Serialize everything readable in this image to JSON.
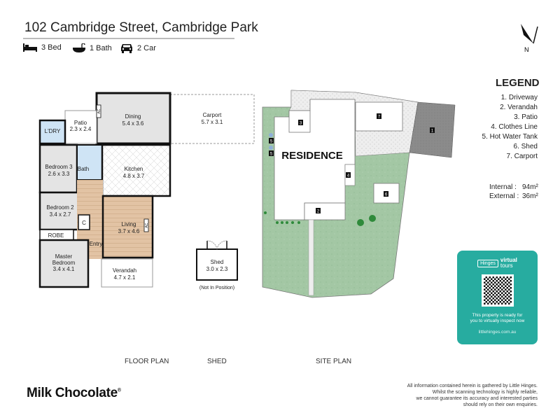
{
  "header": {
    "title": "102 Cambridge Street, Cambridge Park",
    "features": [
      {
        "icon": "bed-icon",
        "label": "3 Bed"
      },
      {
        "icon": "bath-icon",
        "label": "1 Bath"
      },
      {
        "icon": "car-icon",
        "label": "2 Car"
      }
    ]
  },
  "north": {
    "label": "N"
  },
  "floor_plan": {
    "rooms": {
      "dining": {
        "name": "Dining",
        "size": "5.4 x 3.6"
      },
      "carport": {
        "name": "Carport",
        "size": "5.7 x 3.1"
      },
      "patio": {
        "name": "Patio",
        "size": "2.3 x 2.4"
      },
      "laundry": {
        "name": "L'DRY"
      },
      "bedroom3": {
        "name": "Bedroom 3",
        "size": "2.6 x 3.3"
      },
      "bath": {
        "name": "Bath"
      },
      "kitchen": {
        "name": "Kitchen",
        "size": "4.8 x 3.7"
      },
      "bedroom2": {
        "name": "Bedroom 2",
        "size": "3.4 x 2.7"
      },
      "closet": {
        "name": "C"
      },
      "living": {
        "name": "Living",
        "size": "3.7 x 4.6"
      },
      "robe": {
        "name": "ROBE"
      },
      "master": {
        "name1": "Master",
        "name2": "Bedroom",
        "size": "3.4 x 4.1"
      },
      "entry": {
        "name": "Entry"
      },
      "verandah": {
        "name": "Verandah",
        "size": "4.7 x 2.1"
      },
      "ac": "AC"
    }
  },
  "shed": {
    "name": "Shed",
    "size": "3.0 x 2.3",
    "note": "(Not In Position)"
  },
  "site_plan": {
    "residence": "RESIDENCE",
    "markers": [
      "1",
      "2",
      "3",
      "4",
      "5",
      "5",
      "6",
      "7"
    ]
  },
  "legend": {
    "title": "LEGEND",
    "items": [
      "1. Driveway",
      "2. Verandah",
      "3. Patio",
      "4. Clothes Line",
      "5. Hot Water Tank",
      "6. Shed",
      "7. Carport"
    ],
    "internal_label": "Internal :",
    "internal_value": "94m²",
    "external_label": "External :",
    "external_value": "36m²"
  },
  "virtual_tour": {
    "brand_small": "Hinges",
    "brand_virtual": "virtual",
    "brand_tours": "tours",
    "message_line1": "This property is ready for",
    "message_line2": "you to virtually inspect now",
    "url": "littlehinges.com.au"
  },
  "captions": {
    "floor_plan": "FLOOR PLAN",
    "shed": "SHED",
    "site_plan": "SITE PLAN"
  },
  "footer": {
    "logo": "Milk Chocolate",
    "logo_mark": "®",
    "disclaimer": [
      "All information contained herein is gathered by Little Hinges.",
      "Whilst the scanning technology is highly reliable,",
      "we cannot guarantee its accuracy and interested parties",
      "should rely on their own enquiries."
    ]
  },
  "colors": {
    "accent": "#27aca0",
    "lawn": "#9dc39e",
    "laundry": "#cfe4f5",
    "wood": "#e2c3a4",
    "room": "#e4e4e4"
  }
}
